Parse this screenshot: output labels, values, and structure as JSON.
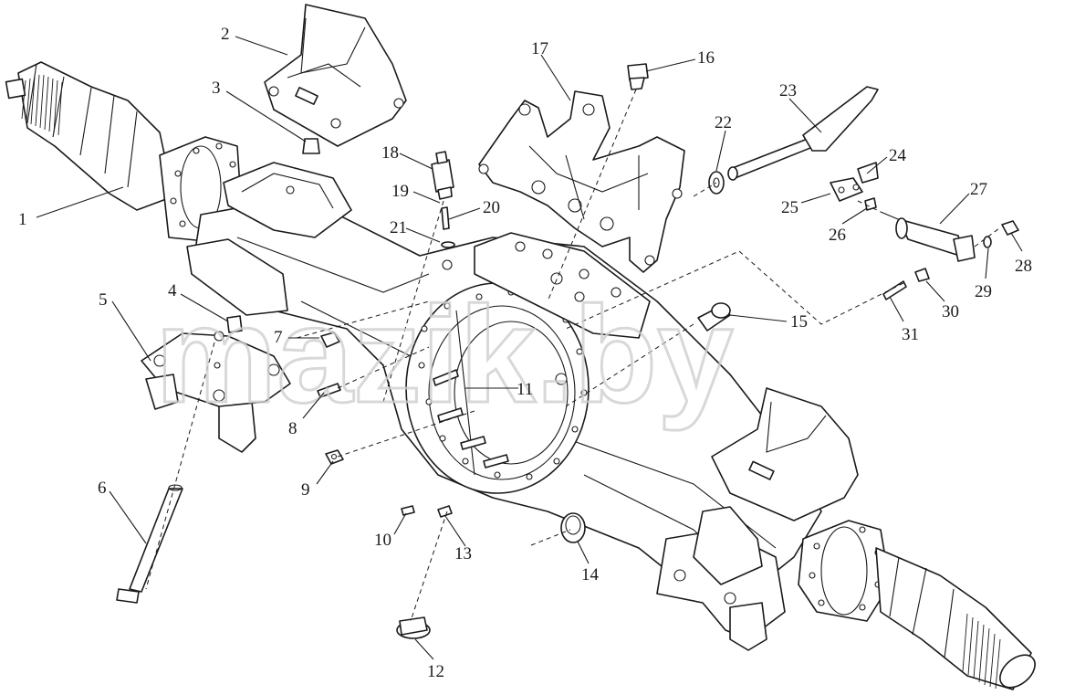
{
  "diagram": {
    "watermark": "mazik.by",
    "callouts": {
      "c1": "1",
      "c2": "2",
      "c3": "3",
      "c4": "4",
      "c5": "5",
      "c6": "6",
      "c7": "7",
      "c8": "8",
      "c9": "9",
      "c10": "10",
      "c11": "11",
      "c12": "12",
      "c13": "13",
      "c14": "14",
      "c15": "15",
      "c16": "16",
      "c17": "17",
      "c18": "18",
      "c19": "19",
      "c20": "20",
      "c21": "21",
      "c22": "22",
      "c23": "23",
      "c24": "24",
      "c25": "25",
      "c26": "26",
      "c27": "27",
      "c28": "28",
      "c29": "29",
      "c30": "30",
      "c31": "31"
    }
  }
}
